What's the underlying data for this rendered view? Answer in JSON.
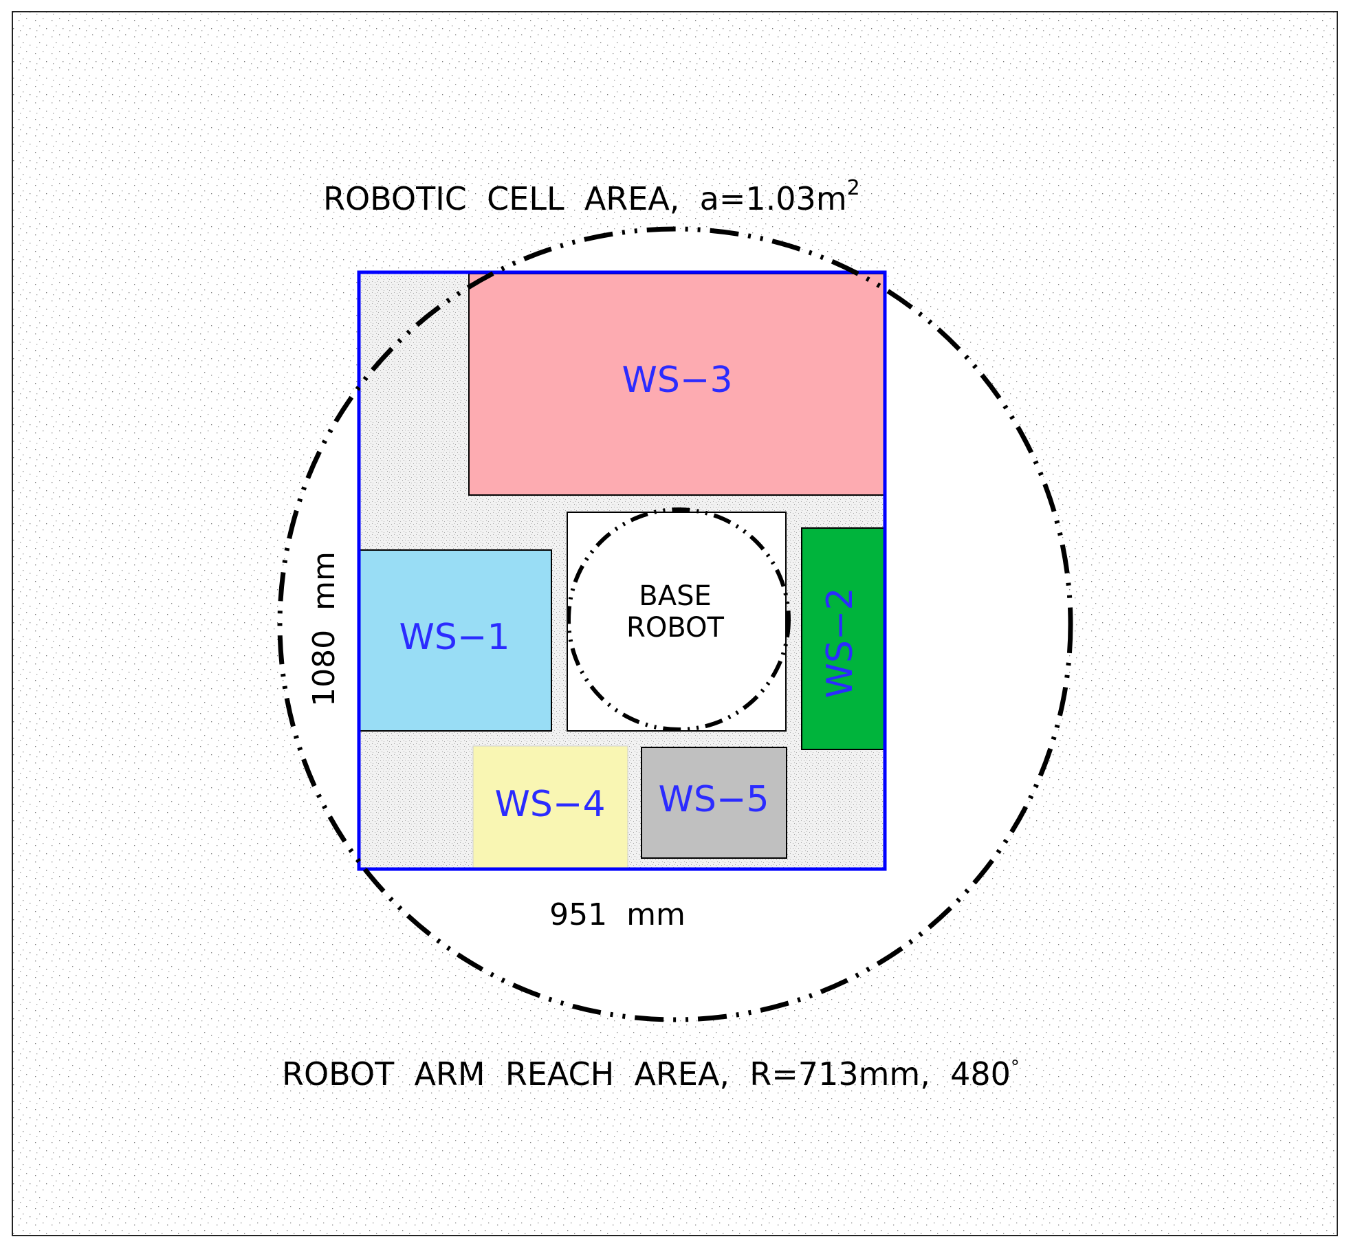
{
  "title": {
    "prefix": "ROBOTIC  CELL  AREA,  a=1.03m",
    "superscript": "2"
  },
  "reach_label": {
    "text": "ROBOT  ARM  REACH  AREA,  R=713mm,  480",
    "superscript": "°"
  },
  "dimensions": {
    "width": "951  mm",
    "height": "1080  mm"
  },
  "base": {
    "line1": "BASE",
    "line2": "ROBOT"
  },
  "workstations": [
    {
      "id": "ws1",
      "label": "WS−1",
      "fill": "#99ddf5"
    },
    {
      "id": "ws2",
      "label": "WS−2",
      "fill": "#00b43c"
    },
    {
      "id": "ws3",
      "label": "WS−3",
      "fill": "#fdabb1"
    },
    {
      "id": "ws4",
      "label": "WS−4",
      "fill": "#f9f6b3"
    },
    {
      "id": "ws5",
      "label": "WS−5",
      "fill": "#c0c0c0"
    }
  ],
  "colors": {
    "cell_border": "#0000ff",
    "ws_label": "#2b2bff",
    "line": "#000000"
  }
}
